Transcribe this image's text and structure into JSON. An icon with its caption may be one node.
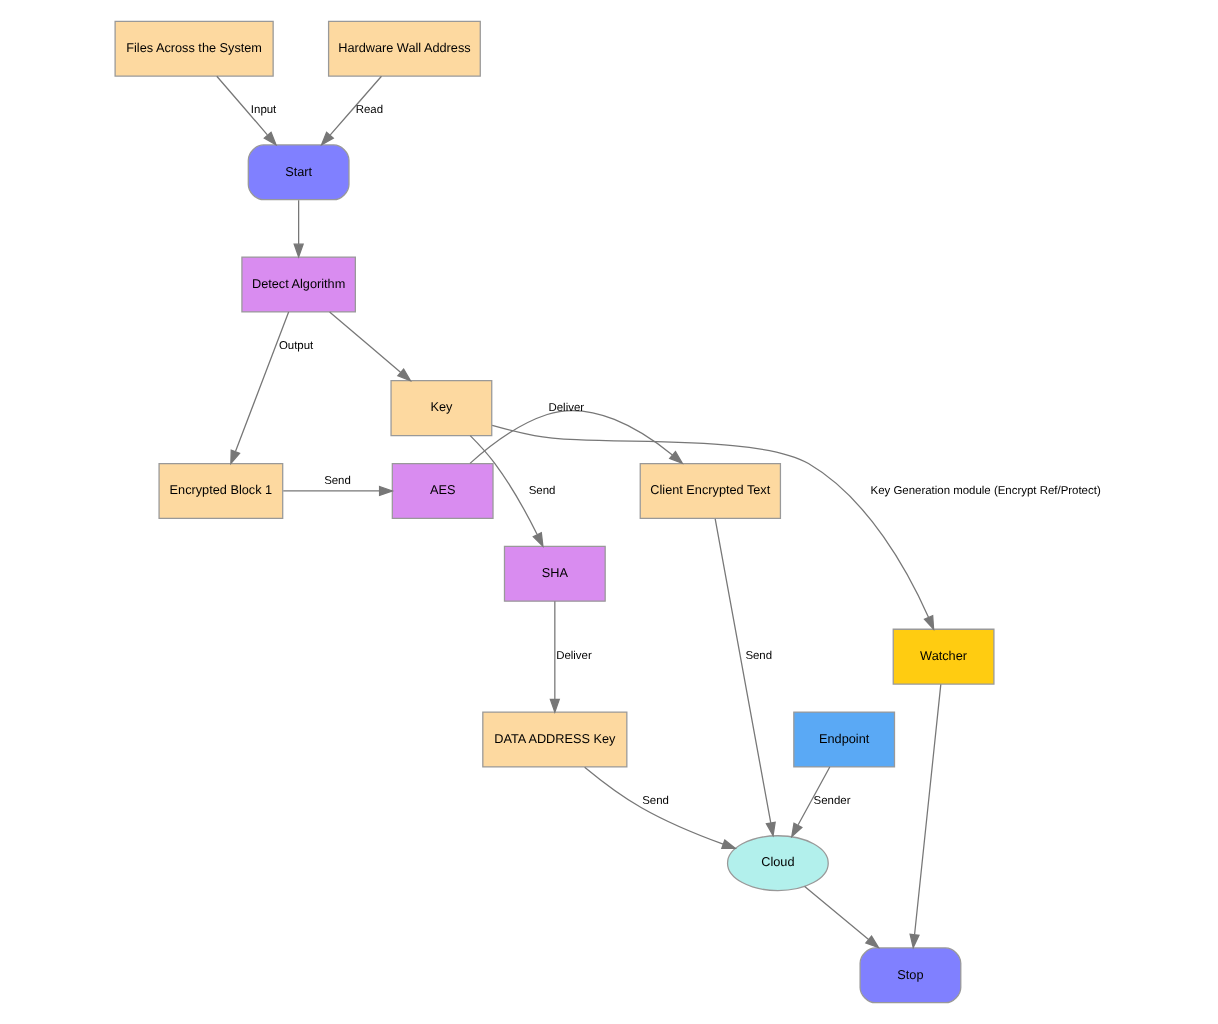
{
  "diagram": {
    "nodes": [
      {
        "text": [
          "Files Across the System"
        ]
      },
      {
        "text": [
          "Hardware Wall Address"
        ]
      },
      {
        "text": [
          "Start"
        ]
      },
      {
        "text": [
          "Detect Algorithm"
        ]
      },
      {
        "text": [
          "Encrypted Block 1"
        ]
      },
      {
        "text": [
          "AES"
        ]
      },
      {
        "text": [
          "Client Encrypted Text"
        ]
      },
      {
        "text": [
          "Key"
        ]
      },
      {
        "text": [
          "Watcher"
        ]
      },
      {
        "text": [
          "SHA"
        ]
      },
      {
        "text": [
          "Endpoint"
        ]
      },
      {
        "text": [
          "DATA ADDRESS Key"
        ]
      },
      {
        "text": [
          "Cloud"
        ]
      },
      {
        "text": [
          "Stop"
        ]
      }
    ],
    "edges": [
      {
        "from": 0,
        "to": 2,
        "arrow": "to",
        "label": "Input"
      },
      {
        "from": 1,
        "to": 2,
        "arrow": "to",
        "label": "Read"
      },
      {
        "from": 2,
        "to": 3,
        "arrow": "to"
      },
      {
        "from": 3,
        "to": 4,
        "arrow": "to",
        "label": "Output"
      },
      {
        "from": 3,
        "to": 7,
        "arrow": "to"
      },
      {
        "from": 4,
        "to": 5,
        "arrow": "to",
        "label": "Send"
      },
      {
        "from": 5,
        "to": 6,
        "arrow": "to",
        "label": "Deliver"
      },
      {
        "from": 6,
        "to": 12,
        "arrow": "to",
        "label": "Send"
      },
      {
        "from": 7,
        "to": 9,
        "arrow": "to",
        "label": "Send"
      },
      {
        "from": 7,
        "to": 8,
        "arrow": "to",
        "label": "Key Generation module (Encrypt Ref/Protect)"
      },
      {
        "from": 9,
        "to": 11,
        "arrow": "to",
        "label": "Deliver"
      },
      {
        "from": 11,
        "to": 12,
        "arrow": "to",
        "label": "Send"
      },
      {
        "from": 10,
        "to": 12,
        "arrow": "to",
        "label": "Sender"
      },
      {
        "from": 8,
        "to": 13,
        "arrow": "to"
      },
      {
        "from": 12,
        "to": 13,
        "arrow": "to"
      }
    ]
  }
}
